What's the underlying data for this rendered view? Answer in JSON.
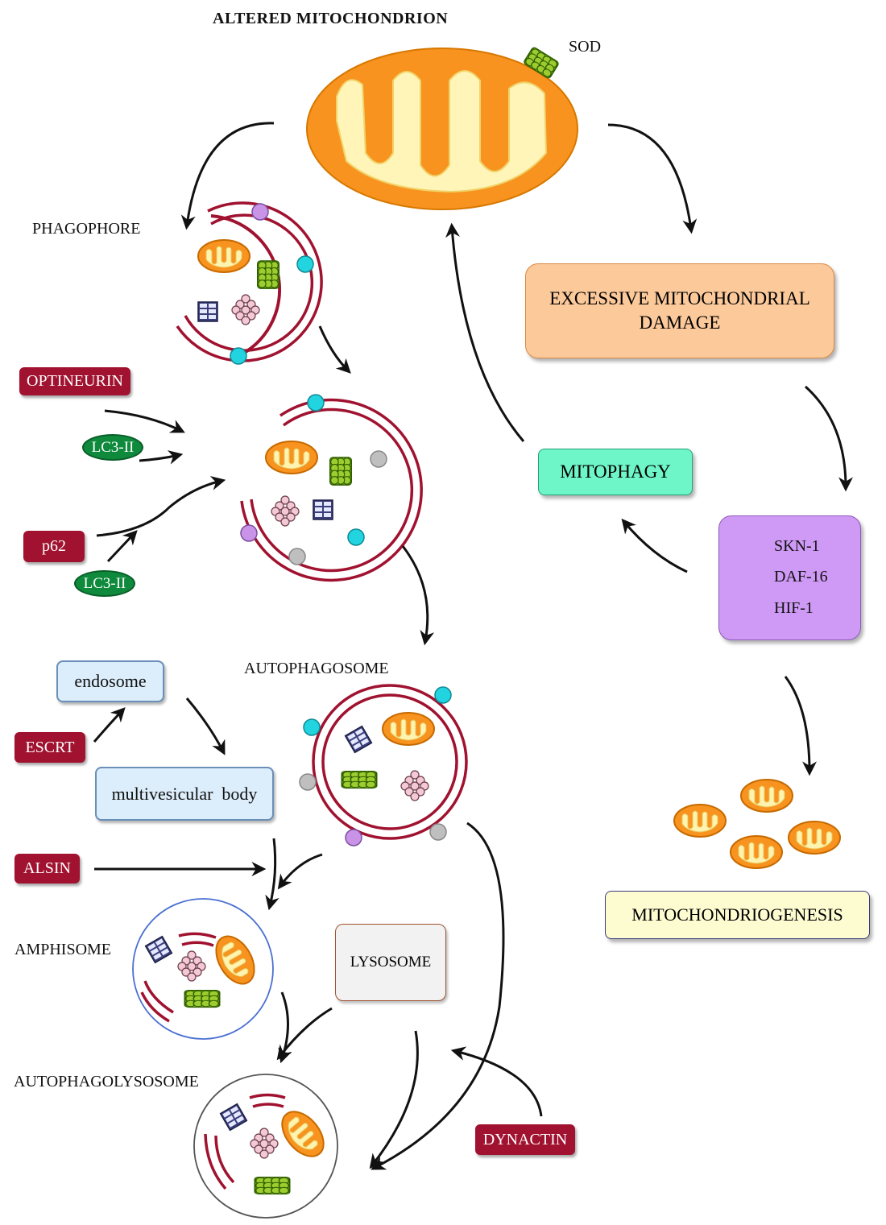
{
  "labels": {
    "altered_mitochondrion": "ALTERED MITOCHONDRION",
    "sod": "SOD",
    "phagophore": "PHAGOPHORE",
    "autophagosome": "AUTOPHAGOSOME",
    "amphisome": "AMPHISOME",
    "autophagolysosome": "AUTOPHAGOLYSOSOME"
  },
  "boxes": {
    "excessive_damage": "EXCESSIVE MITOCHONDRIAL DAMAGE",
    "mitophagy": "MITOPHAGY",
    "mitochondriogenesis": "MITOCHONDRIOGENESIS",
    "endosome": "endosome",
    "multivesicular_body": "multivesicular  body",
    "lysosome": "LYSOSOME"
  },
  "factors": [
    "SKN-1",
    "DAF-16",
    "HIF-1"
  ],
  "tags": {
    "optineurin": "OPTINEURIN",
    "lc3_1": "LC3-II",
    "p62": "p62",
    "lc3_2": "LC3-II",
    "escrt": "ESCRT",
    "alsin": "ALSIN",
    "dynactin": "DYNACTIN"
  },
  "colors": {
    "mito_orange": "#f7931e",
    "mito_inner": "#fff3b0",
    "membrane_red": "#a0122f",
    "tag_red": "#a0122f",
    "lc3_green": "#0f8a3c",
    "cyan_dot": "#22d3e0",
    "violet_dot": "#c993e8",
    "grey_dot": "#bfbfbf",
    "damage_box": "#fcc99a",
    "mitophagy_box": "#6ef5c8",
    "factor_box": "#cf9af5",
    "biogenesis_box": "#fdfbd0",
    "arrow_up_red": "#ee0000"
  }
}
